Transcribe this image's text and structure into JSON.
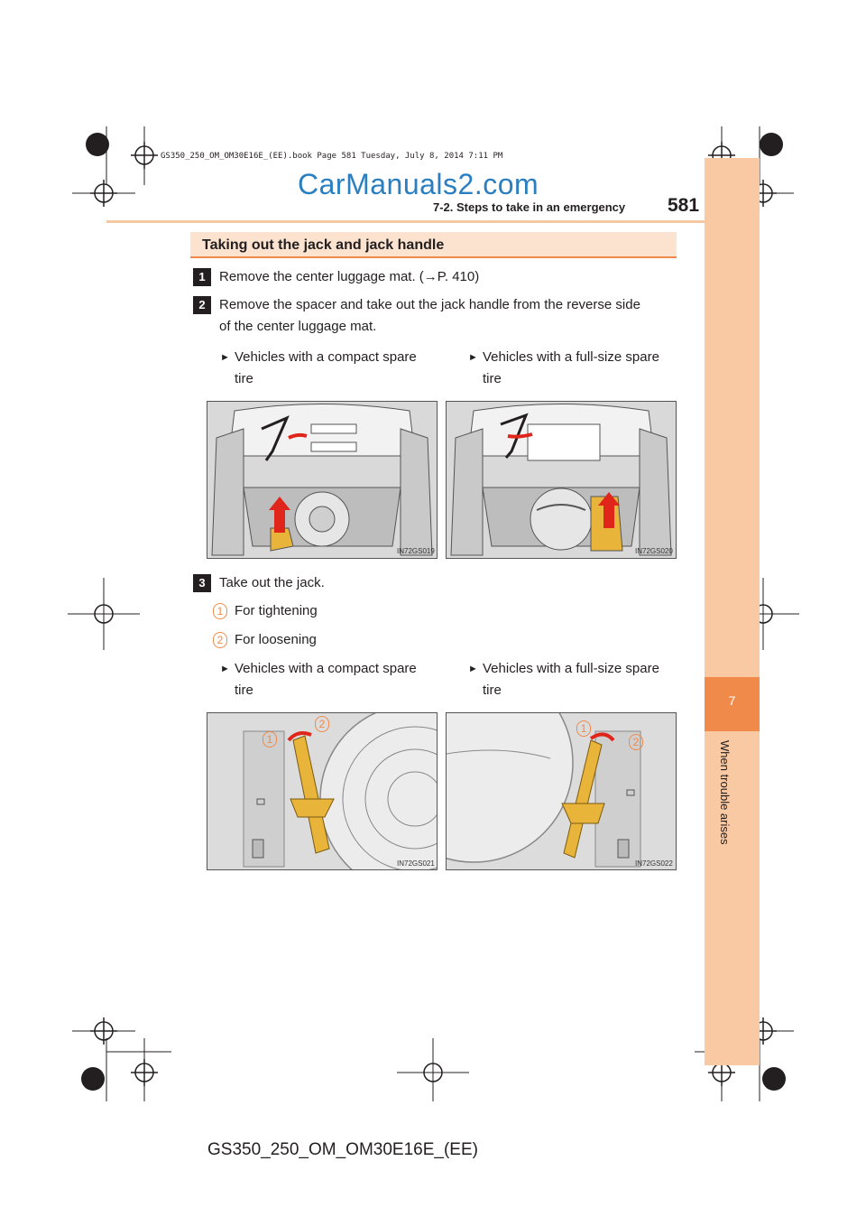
{
  "header": {
    "book_line": "GS350_250_OM_OM30E16E_(EE).book  Page 581  Tuesday, July 8, 2014  7:11 PM",
    "watermark": "CarManuals2.com",
    "section": "7-2. Steps to take in an emergency",
    "page_number": "581"
  },
  "side_tab": {
    "chapter_number": "7",
    "chapter_title": "When trouble arises"
  },
  "section_title": "Taking out the jack and jack handle",
  "steps": [
    {
      "badge": "1",
      "text": "Remove the center luggage mat. (→P. 410)"
    },
    {
      "badge": "2",
      "line1": "Remove the spacer and take out the jack handle from the reverse side",
      "line2": "of the center luggage mat."
    },
    {
      "badge": "3",
      "text": "Take out the jack."
    }
  ],
  "sub_items": [
    {
      "badge": "1",
      "text": "For tightening"
    },
    {
      "badge": "2",
      "text": "For loosening"
    }
  ],
  "variants_a": [
    {
      "line1": "Vehicles with a compact spare",
      "line2": "tire"
    },
    {
      "line1": "Vehicles with a full-size spare",
      "line2": "tire"
    }
  ],
  "variants_b": [
    {
      "line1": "Vehicles with a compact spare",
      "line2": "tire"
    },
    {
      "line1": "Vehicles with a full-size spare",
      "line2": "tire"
    }
  ],
  "illustration_codes": [
    "IN72GS019",
    "IN72GS020",
    "IN72GS021",
    "IN72GS022"
  ],
  "callouts": [
    "1",
    "2",
    "1",
    "2"
  ],
  "colors": {
    "accent": "#ef8a4a",
    "tab_light": "#f8c9a3",
    "heading_bg": "#fbe3cf",
    "arrow_red": "#e0251b",
    "jack_yellow": "#e8b43a"
  },
  "footer": "GS350_250_OM_OM30E16E_(EE)"
}
